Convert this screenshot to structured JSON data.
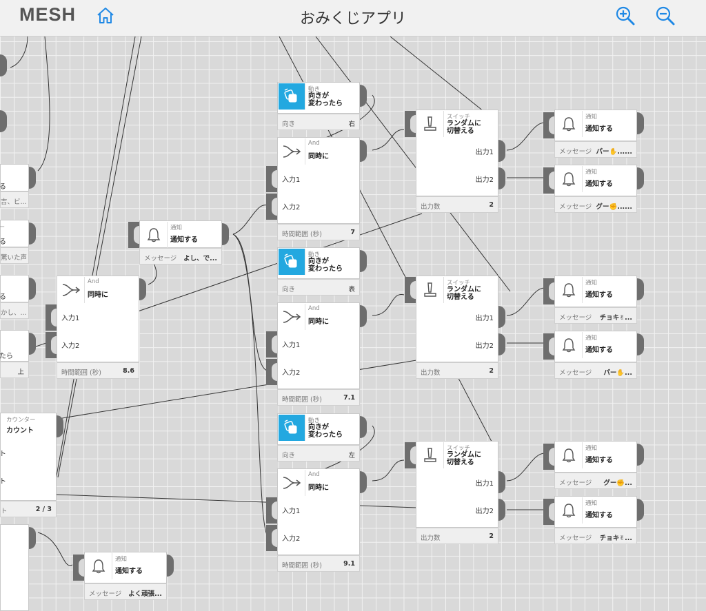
{
  "app": {
    "logo": "MESH",
    "title": "おみくじアプリ"
  },
  "icons": {
    "home": "home-icon",
    "zoom_in": "zoom-in-icon",
    "zoom_out": "zoom-out-icon"
  },
  "colors": {
    "accent": "#1e88e5",
    "motion_icon_bg": "#23a8e0",
    "port": "#6e6e6e",
    "canvas": "#d9d9d9"
  },
  "blocks": {
    "motion1": {
      "category": "動き",
      "name": "向きが\n変わったら",
      "prop_key": "向き",
      "prop_val": "右"
    },
    "and1": {
      "category": "And",
      "name": "同時に",
      "in1": "入力1",
      "in2": "入力2",
      "prop_key": "時間範囲 (秒)",
      "prop_val": "7"
    },
    "switch1": {
      "category": "スイッチ",
      "name": "ランダムに\n切替える",
      "out1": "出力1",
      "out2": "出力2",
      "prop_key": "出力数",
      "prop_val": "2"
    },
    "notify1": {
      "category": "通知",
      "name": "通知する",
      "prop_key": "メッセージ",
      "prop_val": "パー✋......"
    },
    "notify2": {
      "category": "通知",
      "name": "通知する",
      "prop_key": "メッセージ",
      "prop_val": "グー✊......"
    },
    "notify_mid": {
      "category": "通知",
      "name": "通知する",
      "prop_key": "メッセージ",
      "prop_val": "よし、で..."
    },
    "motion2": {
      "category": "動き",
      "name": "向きが\n変わったら",
      "prop_key": "向き",
      "prop_val": "表"
    },
    "and2": {
      "category": "And",
      "name": "同時に",
      "in1": "入力1",
      "in2": "入力2",
      "prop_key": "時間範囲 (秒)",
      "prop_val": "7.1"
    },
    "switch2": {
      "category": "スイッチ",
      "name": "ランダムに\n切替える",
      "out1": "出力1",
      "out2": "出力2",
      "prop_key": "出力数",
      "prop_val": "2"
    },
    "notify3": {
      "category": "通知",
      "name": "通知する",
      "prop_key": "メッセージ",
      "prop_val": "チョキ✌..."
    },
    "notify4": {
      "category": "通知",
      "name": "通知する",
      "prop_key": "メッセージ",
      "prop_val": "パー✋..."
    },
    "and_left": {
      "category": "And",
      "name": "同時に",
      "in1": "入力1",
      "in2": "入力2",
      "prop_key": "時間範囲 (秒)",
      "prop_val": "8.6"
    },
    "motion3": {
      "category": "動き",
      "name": "向きが\n変わったら",
      "prop_key": "向き",
      "prop_val": "左"
    },
    "and3": {
      "category": "And",
      "name": "同時に",
      "in1": "入力1",
      "in2": "入力2",
      "prop_key": "時間範囲 (秒)",
      "prop_val": "9.1"
    },
    "switch3": {
      "category": "スイッチ",
      "name": "ランダムに\n切替える",
      "out1": "出力1",
      "out2": "出力2",
      "prop_key": "出力数",
      "prop_val": "2"
    },
    "notify5": {
      "category": "通知",
      "name": "通知する",
      "prop_key": "メッセージ",
      "prop_val": "グー✊..."
    },
    "notify6": {
      "category": "通知",
      "name": "通知する",
      "prop_key": "メッセージ",
      "prop_val": "チョキ✌..."
    },
    "notify_bottom": {
      "category": "通知",
      "name": "通知する",
      "prop_key": "メッセージ",
      "prop_val": "よく頑張..."
    },
    "counter": {
      "category": "カウンター",
      "name": "カウント",
      "prop_val": "2 / 3"
    }
  },
  "partial_left": {
    "t1": "る",
    "t2": "吉、ビ...",
    "t3": "ー",
    "t4": "る",
    "t5": "驚いた声",
    "t6": "る",
    "t7": "かし、...",
    "t8": "たら",
    "t9": "上",
    "t10": "ト",
    "t11": "ト",
    "t12": "ト"
  }
}
